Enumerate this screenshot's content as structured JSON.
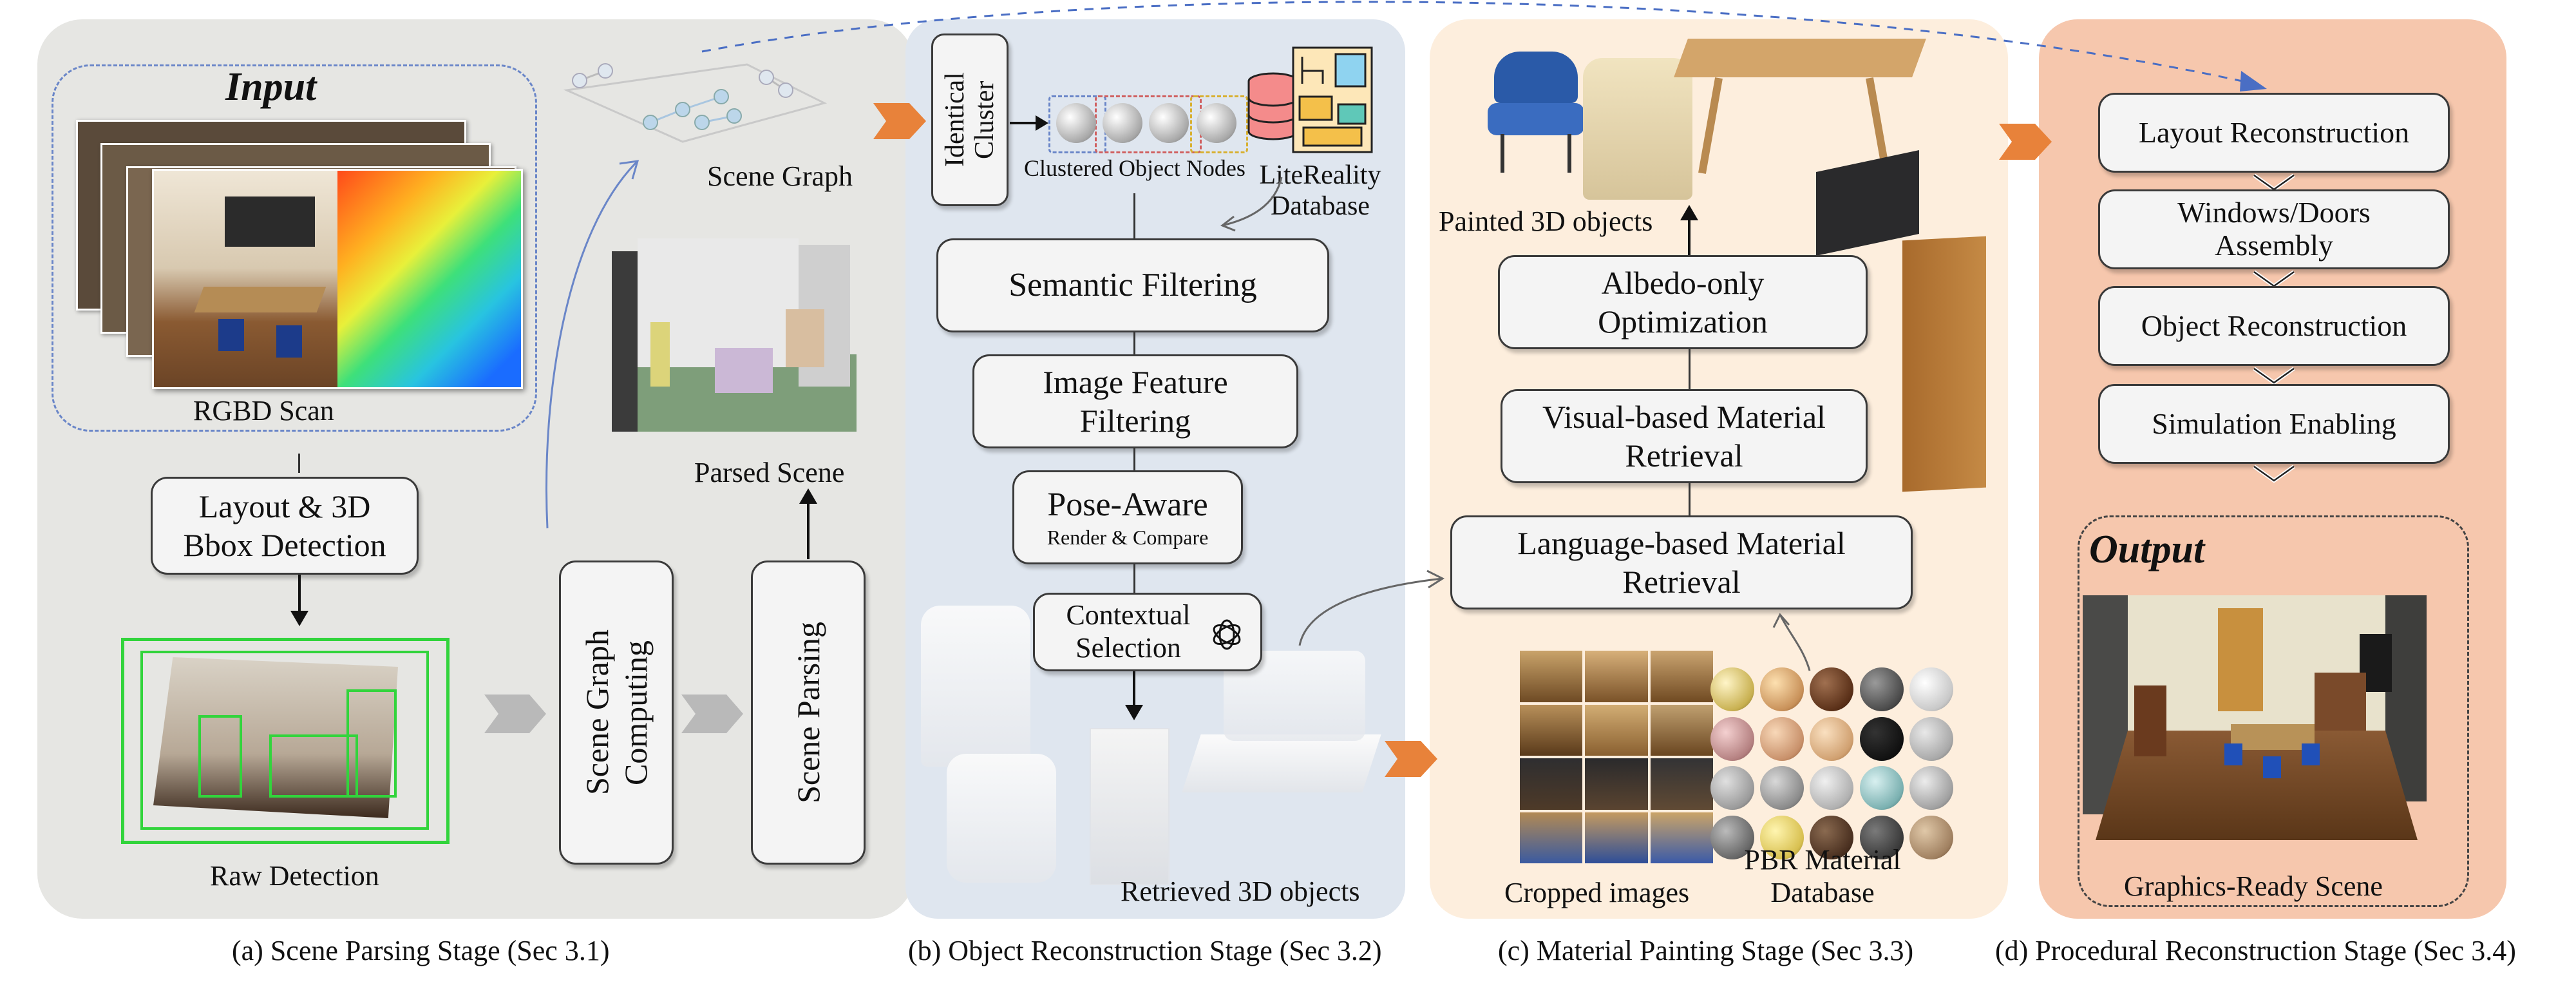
{
  "colors": {
    "panel_a": "#e6e6e3",
    "panel_b": "#dfe6ef",
    "panel_c": "#fdeedd",
    "panel_d": "#f6c7ad",
    "arrow_orange": "#e8823a",
    "arrow_gray": "#b9b9b9",
    "dashed_blue": "#6a86c8"
  },
  "panel_a": {
    "input_title": "Input",
    "rgbd_label": "RGBD Scan",
    "layout_box": "Layout & 3D Bbox Detection",
    "raw_detection_label": "Raw Detection",
    "scene_graph_label": "Scene Graph",
    "parsed_scene_label": "Parsed Scene",
    "scene_graph_computing": "Scene Graph Computing",
    "scene_parsing": "Scene Parsing",
    "caption": "(a) Scene Parsing Stage (Sec 3.1)"
  },
  "panel_b": {
    "identical_cluster": "Identical Cluster",
    "clustered_nodes_label": "Clustered Object Nodes",
    "database_label": "LiteReality Database",
    "semantic_filtering": "Semantic Filtering",
    "image_feature_filtering": "Image Feature Filtering",
    "pose_aware_title": "Pose-Aware",
    "pose_aware_sub": "Render & Compare",
    "contextual_selection": "Contextual Selection",
    "retrieved_label": "Retrieved 3D objects",
    "caption": "(b) Object Reconstruction Stage (Sec 3.2)"
  },
  "panel_c": {
    "painted_label": "Painted 3D objects",
    "albedo_box": "Albedo-only Optimization",
    "visual_box": "Visual-based Material Retrieval",
    "language_box": "Language-based Material Retrieval",
    "cropped_label": "Cropped images",
    "pbr_label": "PBR Material Database",
    "caption": "(c) Material Painting Stage (Sec 3.3)"
  },
  "panel_d": {
    "steps": [
      "Layout Reconstruction",
      "Windows/Doors Assembly",
      "Object Reconstruction",
      "Simulation Enabling"
    ],
    "output_title": "Output",
    "graphics_ready_label": "Graphics-Ready Scene",
    "caption": "(d) Procedural Reconstruction Stage (Sec 3.4)"
  }
}
